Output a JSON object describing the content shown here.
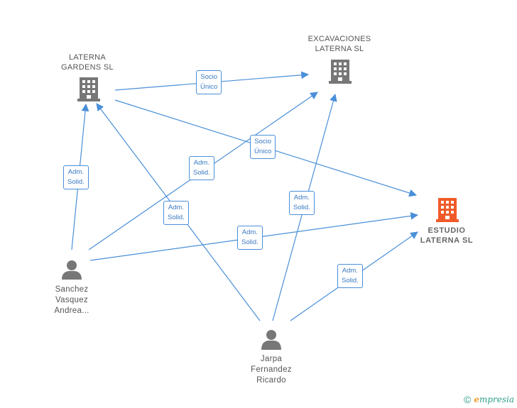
{
  "nodes": {
    "laterna_gardens": {
      "label": "LATERNA\nGARDENS SL"
    },
    "excavaciones": {
      "label": "EXCAVACIONES\nLATERNA SL"
    },
    "estudio": {
      "label": "ESTUDIO\nLATERNA SL"
    },
    "sanchez": {
      "label": "Sanchez\nVasquez\nAndrea..."
    },
    "jarpa": {
      "label": "Jarpa\nFernandez\nRicardo"
    }
  },
  "edges": [
    {
      "id": "e1",
      "label": "Socio\nÚnico"
    },
    {
      "id": "e2",
      "label": "Socio\nÚnico"
    },
    {
      "id": "e3",
      "label": "Adm.\nSolid."
    },
    {
      "id": "e4",
      "label": "Adm.\nSolid."
    },
    {
      "id": "e5",
      "label": "Adm.\nSolid."
    },
    {
      "id": "e6",
      "label": "Adm.\nSolid."
    },
    {
      "id": "e7",
      "label": "Adm.\nSolid."
    },
    {
      "id": "e8",
      "label": "Adm.\nSolid."
    }
  ],
  "colors": {
    "edge": "#4a8fd8",
    "company_icon": "#777777",
    "focus_icon": "#f05a28",
    "person_icon": "#777777"
  },
  "footer": {
    "copyright": "©",
    "brand_initial": "e",
    "brand_rest": "mpresia"
  }
}
